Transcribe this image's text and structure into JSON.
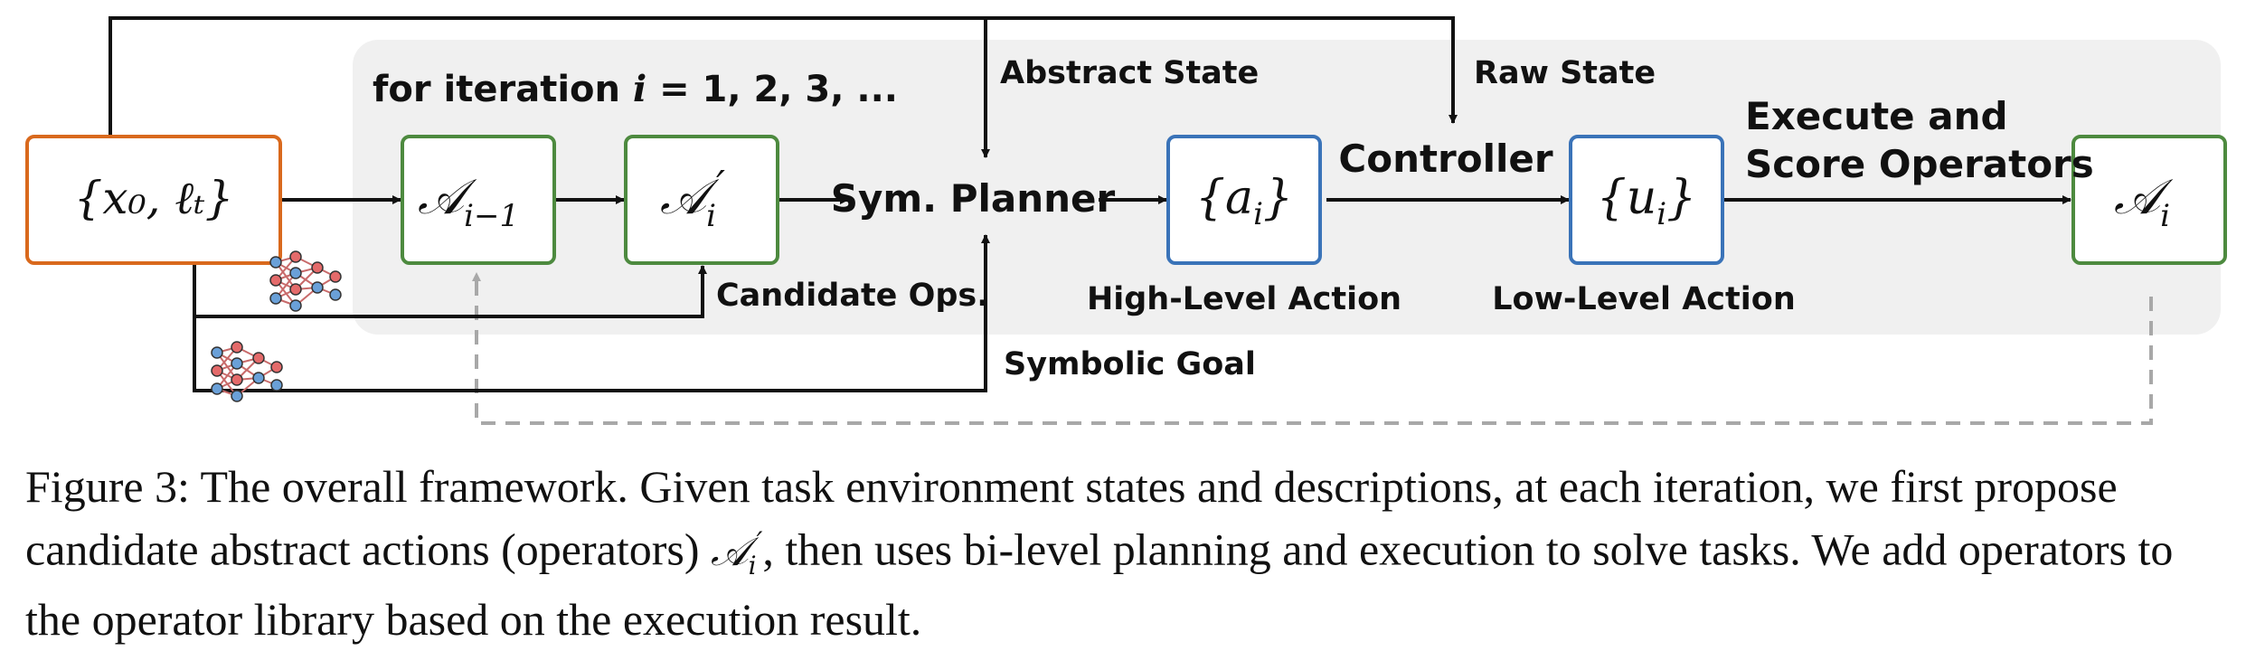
{
  "diagram": {
    "loop_label": {
      "prefix": "for iteration ",
      "var": "i",
      "suffix": " = 1, 2, 3, ..."
    },
    "boxes": {
      "input": {
        "text": "{x₀, ℓₜ}",
        "color": "#d9691d"
      },
      "a_prev": {
        "text": "𝒜",
        "sub": "i−1",
        "color": "#4d8a3f"
      },
      "a_prime": {
        "text": "𝒜",
        "sub": "i",
        "prime": "′",
        "color": "#4d8a3f"
      },
      "high_action": {
        "text": "{a",
        "sub": "i",
        "close": "}",
        "color": "#3a73b8"
      },
      "low_action": {
        "text": "{u",
        "sub": "i",
        "close": "}",
        "color": "#3a73b8"
      },
      "a_i": {
        "text": "𝒜",
        "sub": "i",
        "color": "#4d8a3f"
      }
    },
    "labels": {
      "abstract_state": "Abstract State",
      "raw_state": "Raw State",
      "sym_planner": "Sym. Planner",
      "controller": "Controller",
      "execute_line1": "Execute and",
      "execute_line2": "Score Operators",
      "candidate_ops": "Candidate Ops.",
      "high_level_action": "High-Level Action",
      "low_level_action": "Low-Level Action",
      "symbolic_goal": "Symbolic Goal"
    },
    "icons": [
      "neural-network-icon",
      "neural-network-icon"
    ],
    "colors": {
      "panel": "#f0f0f0",
      "arrow": "#111111",
      "feedback": "#a8a8a8"
    }
  },
  "caption": {
    "part1": "Figure 3: The overall framework. Given task environment states and descriptions, at each iteration, we first propose candidate abstract actions (operators) ",
    "math_symbol": "𝒜",
    "math_sub": "i",
    "math_prime": "′",
    "part2": ", then uses bi-level planning and execution to solve tasks. We add operators to the operator library based on the execution result."
  }
}
